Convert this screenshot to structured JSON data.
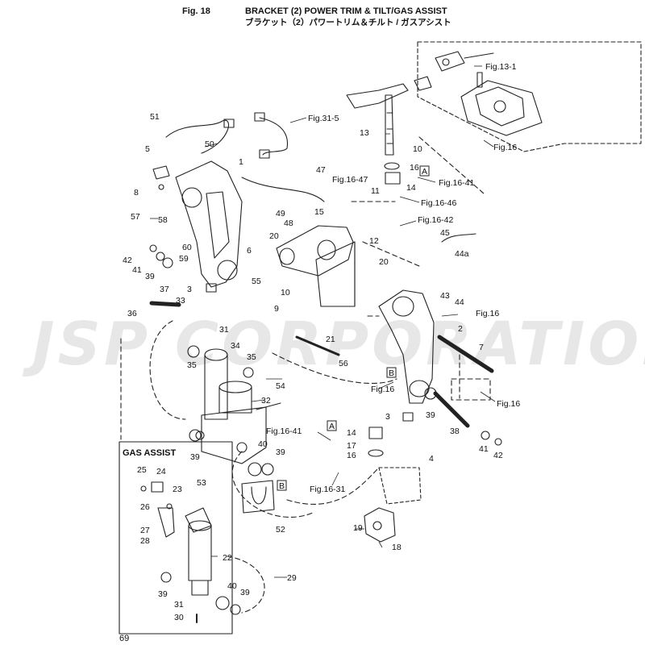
{
  "header": {
    "fig_label": "Fig. 18",
    "title_en": "BRACKET (2) POWER TRIM & TILT/GAS ASSIST",
    "title_jp": "ブラケット（2）パワートリム＆チルト / ガスアシスト"
  },
  "page_number": "69",
  "watermark": "JSP CORPORATION",
  "gas_assist": {
    "title": "GAS ASSIST"
  },
  "callouts": [
    {
      "id": "c51",
      "text": "51"
    },
    {
      "id": "c50",
      "text": "50"
    },
    {
      "id": "c5",
      "text": "5"
    },
    {
      "id": "c1",
      "text": "1"
    },
    {
      "id": "c8",
      "text": "8"
    },
    {
      "id": "c47",
      "text": "47"
    },
    {
      "id": "c57",
      "text": "57"
    },
    {
      "id": "c58",
      "text": "58"
    },
    {
      "id": "c49",
      "text": "49"
    },
    {
      "id": "c48",
      "text": "48"
    },
    {
      "id": "c15",
      "text": "15"
    },
    {
      "id": "c11",
      "text": "11"
    },
    {
      "id": "c20a",
      "text": "20"
    },
    {
      "id": "c6",
      "text": "6"
    },
    {
      "id": "c60",
      "text": "60"
    },
    {
      "id": "c42a",
      "text": "42"
    },
    {
      "id": "c59",
      "text": "59"
    },
    {
      "id": "c41a",
      "text": "41"
    },
    {
      "id": "c39a",
      "text": "39"
    },
    {
      "id": "c37",
      "text": "37"
    },
    {
      "id": "c3a",
      "text": "3"
    },
    {
      "id": "c55",
      "text": "55"
    },
    {
      "id": "c10a",
      "text": "10"
    },
    {
      "id": "c33",
      "text": "33"
    },
    {
      "id": "c36",
      "text": "36"
    },
    {
      "id": "c9",
      "text": "9"
    },
    {
      "id": "c12",
      "text": "12"
    },
    {
      "id": "c20b",
      "text": "20"
    },
    {
      "id": "c31a",
      "text": "31"
    },
    {
      "id": "c21",
      "text": "21"
    },
    {
      "id": "c34",
      "text": "34"
    },
    {
      "id": "c35a",
      "text": "35"
    },
    {
      "id": "c35b",
      "text": "35"
    },
    {
      "id": "c54",
      "text": "54"
    },
    {
      "id": "c56",
      "text": "56"
    },
    {
      "id": "c32",
      "text": "32"
    },
    {
      "id": "c39b",
      "text": "39"
    },
    {
      "id": "c40a",
      "text": "40"
    },
    {
      "id": "c39c",
      "text": "39"
    },
    {
      "id": "c53",
      "text": "53"
    },
    {
      "id": "c52",
      "text": "52"
    },
    {
      "id": "c13",
      "text": "13"
    },
    {
      "id": "c10b",
      "text": "10"
    },
    {
      "id": "c16a",
      "text": "16"
    },
    {
      "id": "c14a",
      "text": "14"
    },
    {
      "id": "c45",
      "text": "45"
    },
    {
      "id": "c44a",
      "text": "44a"
    },
    {
      "id": "c43",
      "text": "43"
    },
    {
      "id": "c44",
      "text": "44"
    },
    {
      "id": "c2",
      "text": "2"
    },
    {
      "id": "c7",
      "text": "7"
    },
    {
      "id": "c3b",
      "text": "3"
    },
    {
      "id": "c39d",
      "text": "39"
    },
    {
      "id": "c38",
      "text": "38"
    },
    {
      "id": "c41b",
      "text": "41"
    },
    {
      "id": "c42b",
      "text": "42"
    },
    {
      "id": "c14b",
      "text": "14"
    },
    {
      "id": "c17",
      "text": "17"
    },
    {
      "id": "c16b",
      "text": "16"
    },
    {
      "id": "c4",
      "text": "4"
    },
    {
      "id": "c19",
      "text": "19"
    },
    {
      "id": "c18",
      "text": "18"
    },
    {
      "id": "c25",
      "text": "25"
    },
    {
      "id": "c24",
      "text": "24"
    },
    {
      "id": "c23",
      "text": "23"
    },
    {
      "id": "c26",
      "text": "26"
    },
    {
      "id": "c27",
      "text": "27"
    },
    {
      "id": "c28",
      "text": "28"
    },
    {
      "id": "c22",
      "text": "22"
    },
    {
      "id": "c39e",
      "text": "39"
    },
    {
      "id": "c40b",
      "text": "40"
    },
    {
      "id": "c39f",
      "text": "39"
    },
    {
      "id": "c31b",
      "text": "31"
    },
    {
      "id": "c30",
      "text": "30"
    },
    {
      "id": "c29",
      "text": "29"
    }
  ],
  "refs": [
    {
      "id": "r31_5",
      "text": "Fig.31-5"
    },
    {
      "id": "r13_1",
      "text": "Fig.13-1"
    },
    {
      "id": "r16a",
      "text": "Fig.16"
    },
    {
      "id": "r16_47",
      "text": "Fig.16-47"
    },
    {
      "id": "r16_41a",
      "text": "Fig.16-41"
    },
    {
      "id": "r16_46",
      "text": "Fig.16-46"
    },
    {
      "id": "r16_42",
      "text": "Fig.16-42"
    },
    {
      "id": "r16b",
      "text": "Fig.16"
    },
    {
      "id": "r16c",
      "text": "Fig.16"
    },
    {
      "id": "r16d",
      "text": "Fig.16"
    },
    {
      "id": "r16_41b",
      "text": "Fig.16-41"
    },
    {
      "id": "r16_31",
      "text": "Fig.16-31"
    }
  ],
  "tags": [
    {
      "id": "tA1",
      "text": "A"
    },
    {
      "id": "tB1",
      "text": "B"
    },
    {
      "id": "tA2",
      "text": "A"
    },
    {
      "id": "tB2",
      "text": "B"
    }
  ]
}
